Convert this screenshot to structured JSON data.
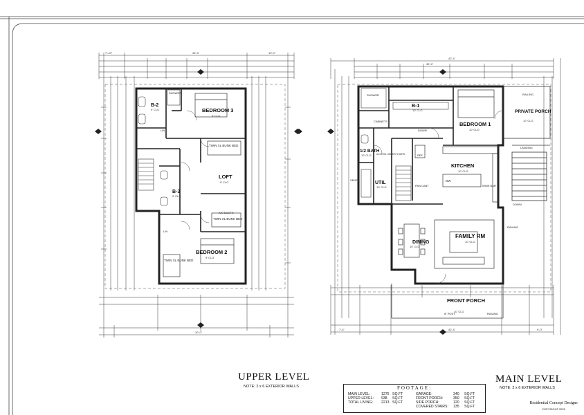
{
  "upper_level": {
    "title": "UPPER LEVEL",
    "note": "NOTE: 2 x 6 EXTERIOR WALLS",
    "rooms": {
      "bedroom3": "BEDROOM 3",
      "bedroom3_clg": "9' CLG",
      "b2": "B-2",
      "b2_clg": "9' CLG",
      "shower": "SHOWER",
      "loft": "LOFT",
      "loft_clg": "9' CLG",
      "b3": "B-3",
      "b3_clg": "9' CLG",
      "bedroom2": "BEDROOM 2",
      "bedroom2_clg": "9' CLG",
      "bunk1": "TWIN XL BUNK BED",
      "bunk2": "TWIN XL BUNK BED",
      "bunk3": "TWIN XL BUNK BED",
      "lin1": "LIN",
      "lin2": "LIN",
      "ac_ducts": "A/C DUCTS"
    }
  },
  "main_level": {
    "title": "MAIN LEVEL",
    "note": "NOTE: 2 x 6 EXTERIOR WALLS",
    "rooms": {
      "shower": "SHOWER",
      "b1": "B-1",
      "b1_clg": "10' CLG",
      "cabinets": "CABINETS",
      "bedroom1": "BEDROOM 1",
      "bedroom1_clg": "10' CLG",
      "private_porch": "PRIVATE PORCH",
      "private_porch_clg": "10' CLG",
      "half_bath": "1/2 BATH",
      "half_bath_clg": "10' CLG",
      "util": "UTIL",
      "util_clg": "10' CLG",
      "kitchen": "KITCHEN",
      "kitchen_clg": "10' CLG",
      "dw": "DW",
      "wine_bar": "WINE BAR",
      "pan_cabt": "PAN CABT",
      "vent": "VENT",
      "family_rm": "FAMILY RM",
      "family_rm_clg": "10' CLG",
      "dining": "DINING",
      "dining_clg": "10' CLG",
      "front_porch": "FRONT PORCH",
      "front_porch_clg": "10' CLG",
      "railing1": "RAILING",
      "railing2": "RAILING",
      "railing3": "RAILING",
      "landing": "LANDING",
      "down1": "DOWN",
      "down2": "DOWN",
      "ref": "REF",
      "access_under_stairs": "ACCESS UNDER STAIRS",
      "post": "8\" POST"
    }
  },
  "footage": {
    "title": "FOOTAGE:",
    "rows": [
      {
        "label": "MAIN LEVEL:",
        "value": "1275",
        "unit": "SQ.FT",
        "label2": "GARAGE:",
        "value2": "340",
        "unit2": "SQ.FT"
      },
      {
        "label": "UPPER LEVEL:",
        "value": "938",
        "unit": "SQ.FT",
        "label2": "FRONT PORCH:",
        "value2": "350",
        "unit2": "SQ.FT"
      },
      {
        "label": "TOTAL LIVING:",
        "value": "2213",
        "unit": "SQ.FT",
        "label2": "SIDE PORCH:",
        "value2": "120",
        "unit2": "SQ.FT"
      },
      {
        "label": "",
        "value": "",
        "unit": "",
        "label2": "COVERED STAIRS:",
        "value2": "135",
        "unit2": "SQ.FT"
      }
    ]
  },
  "credit": {
    "company": "Residential Concept Designs",
    "copyright": "COPYRIGHT 2025"
  },
  "dimensions": {
    "upper_total": "42'-4\"",
    "upper_bottom": "30'-0\"",
    "upper_left": "7'-10\"",
    "upper_right": "10'-0\"",
    "main_total": "42'-4\"",
    "main_top": "32'-4\"",
    "main_bottom": "42'-4\"",
    "main_left": "7'-4\"",
    "main_right": "9'-0\""
  }
}
